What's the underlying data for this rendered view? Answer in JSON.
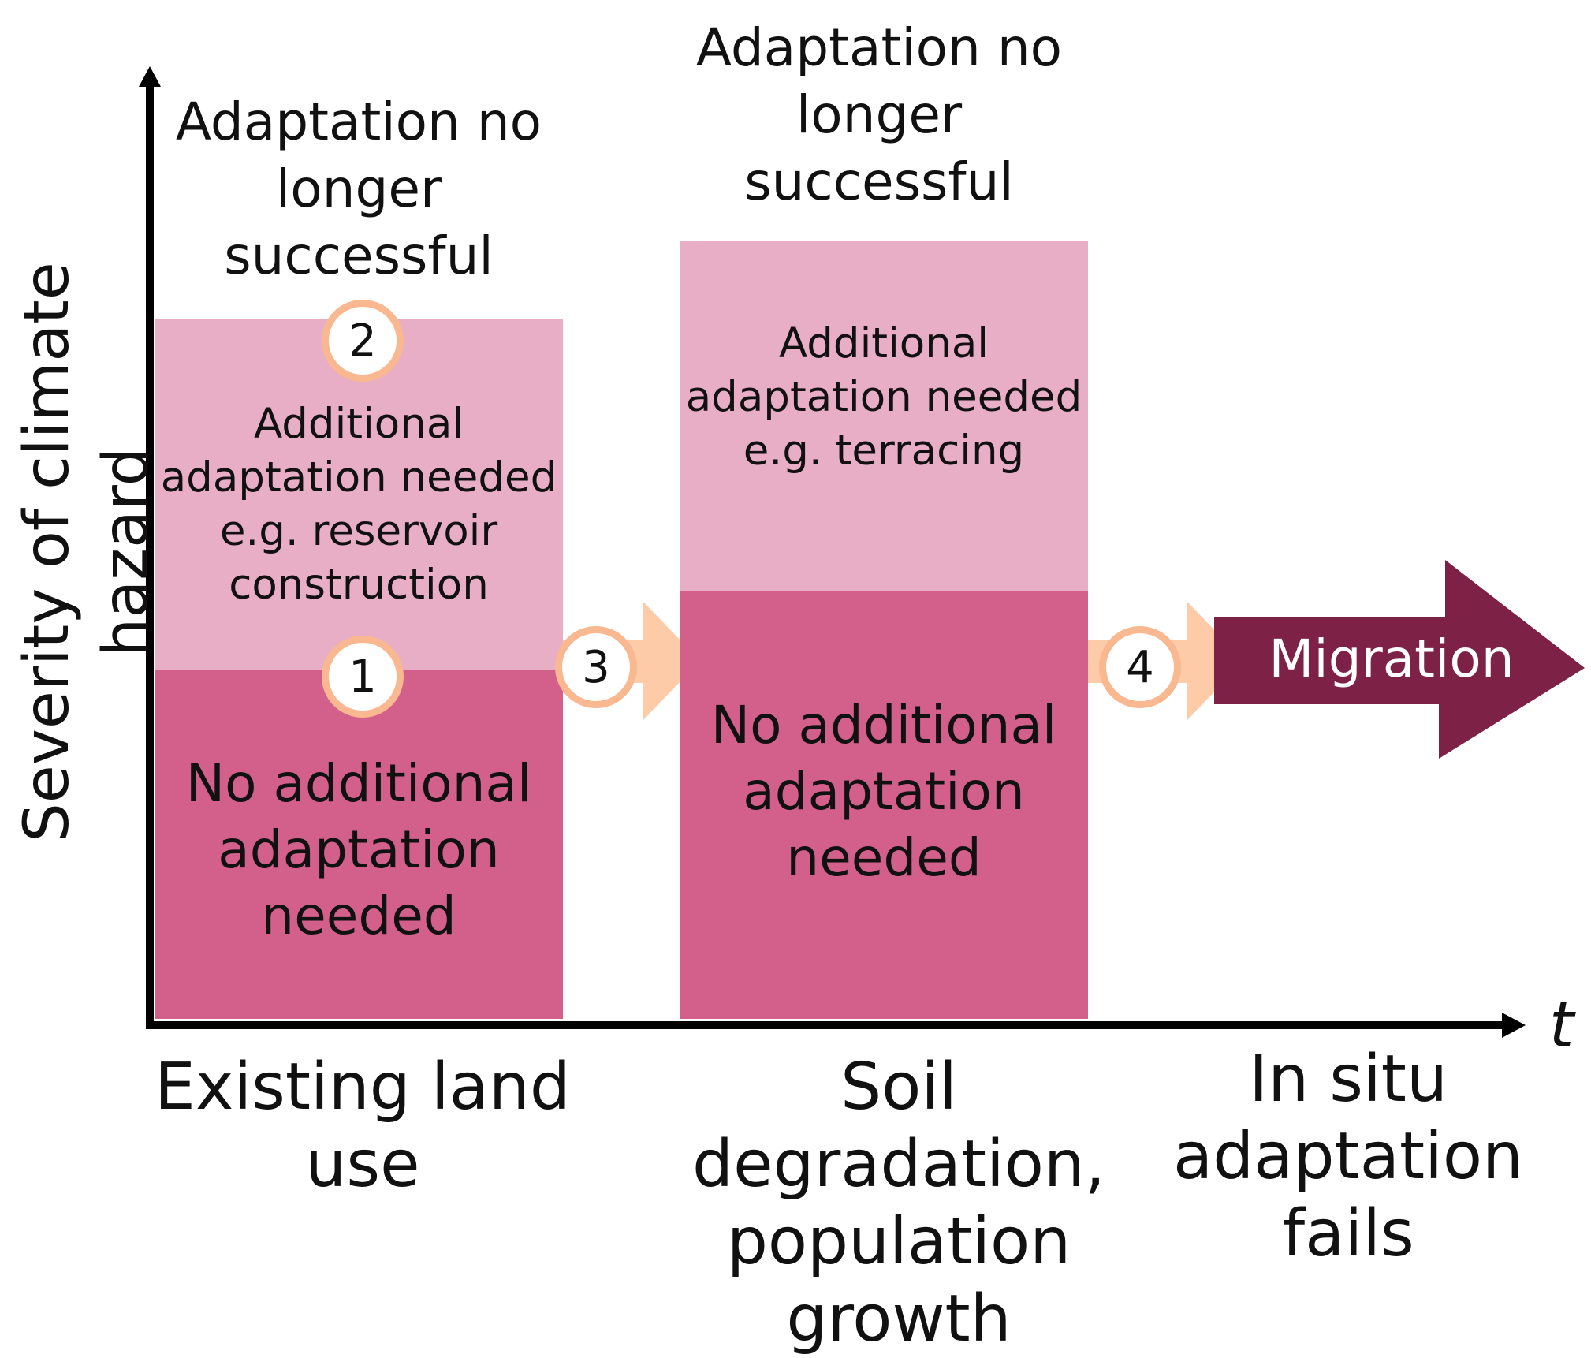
{
  "axes": {
    "y_label": "Severity of climate hazard",
    "x_label": "t"
  },
  "stages": [
    {
      "top_label": "Adaptation no\nlonger\nsuccessful",
      "upper_block": "Additional\nadaptation needed\ne.g. reservoir\nconstruction",
      "lower_block": "No additional\nadaptation\nneeded",
      "bottom_label": "Existing land\nuse"
    },
    {
      "top_label": "Adaptation no\nlonger\nsuccessful",
      "upper_block": "Additional\nadaptation needed\ne.g. terracing",
      "lower_block": "No additional\nadaptation\nneeded",
      "bottom_label": "Soil\ndegradation,\npopulation\ngrowth"
    },
    {
      "bottom_label": "In situ\nadaptation\nfails"
    }
  ],
  "markers": [
    "1",
    "2",
    "3",
    "4"
  ],
  "outcome_arrow": {
    "label": "Migration"
  },
  "colors": {
    "light_block": "#e8aec6",
    "dark_block": "#d35f8b",
    "peach": "#fdcba8",
    "circle_ring": "#f9b88f",
    "migration": "#7d2147",
    "axis": "#000000"
  }
}
